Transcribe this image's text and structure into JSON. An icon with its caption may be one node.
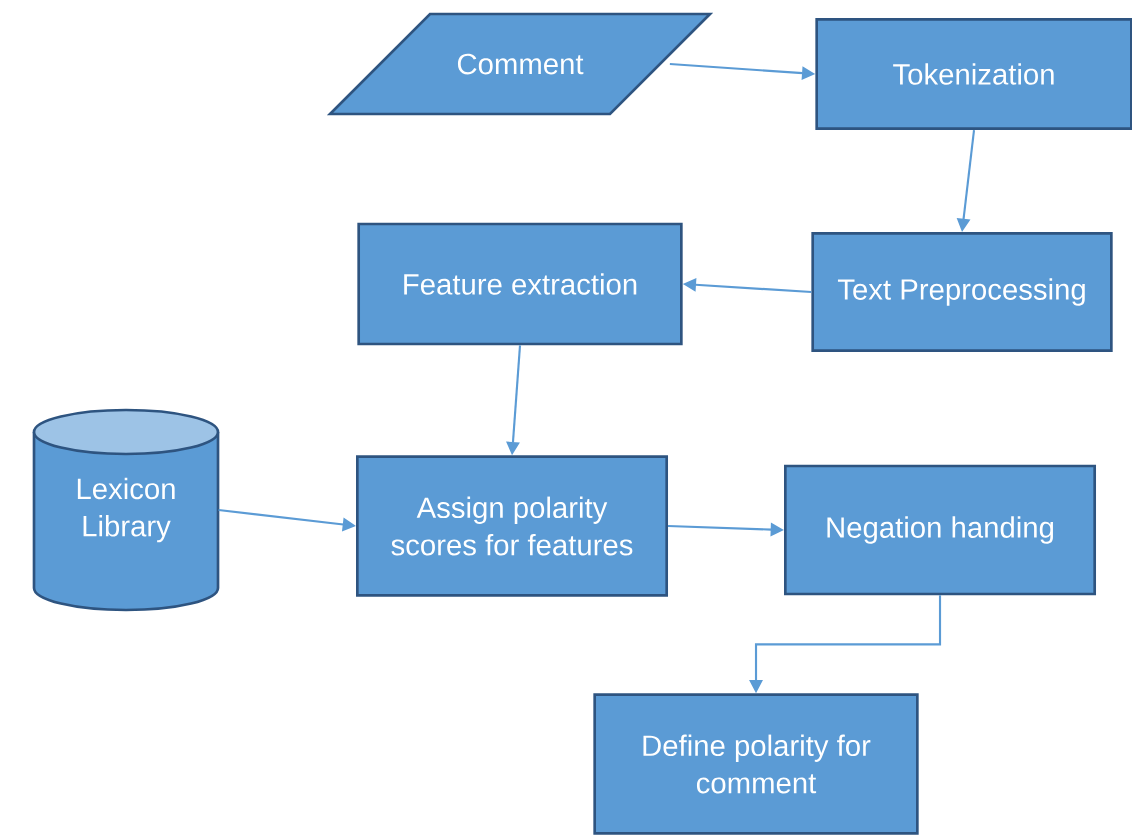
{
  "diagram": {
    "nodes": [
      {
        "text": [
          "Comment"
        ]
      },
      {
        "text": [
          "Tokenization"
        ]
      },
      {
        "text": [
          "Text Preprocessing"
        ]
      },
      {
        "text": [
          "Feature extraction"
        ]
      },
      {
        "text": [
          "Lexicon Library"
        ]
      },
      {
        "text": [
          "Assign polarity scores for features"
        ]
      },
      {
        "text": [
          "Negation handing"
        ]
      },
      {
        "text": [
          "Define polarity for comment"
        ]
      }
    ],
    "edges": [
      {
        "from": 0,
        "to": 1,
        "arrow": "to"
      },
      {
        "from": 1,
        "to": 2,
        "arrow": "to"
      },
      {
        "from": 2,
        "to": 3,
        "arrow": "to"
      },
      {
        "from": 3,
        "to": 5,
        "arrow": "to"
      },
      {
        "from": 4,
        "to": 5,
        "arrow": "to"
      },
      {
        "from": 5,
        "to": 6,
        "arrow": "to"
      },
      {
        "from": 6,
        "to": 7,
        "arrow": "to"
      }
    ]
  }
}
